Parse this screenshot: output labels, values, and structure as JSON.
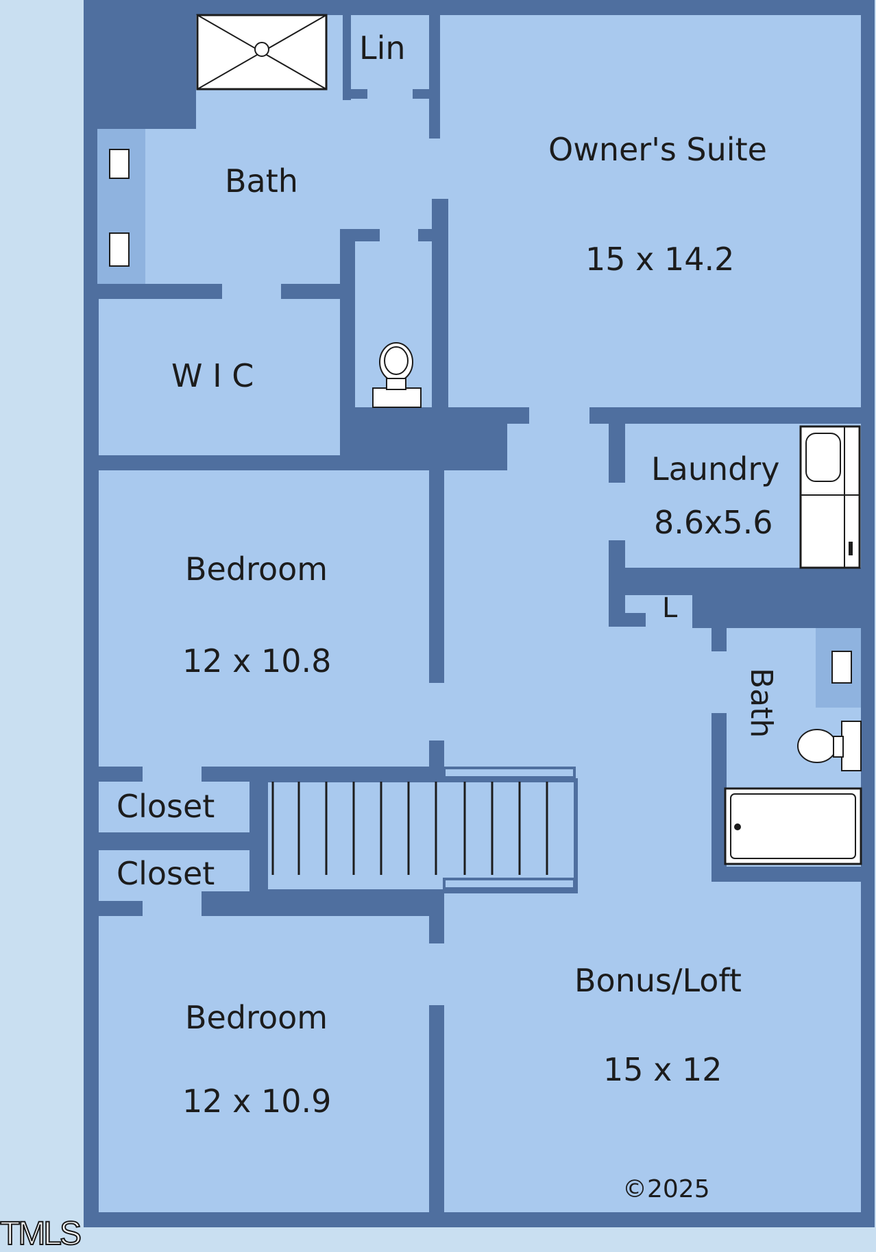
{
  "floorplan": {
    "rooms": {
      "lin": "Lin",
      "bath_owner": "Bath",
      "owners_suite_name": "Owner's Suite",
      "owners_suite_dims": "15 x 14.2",
      "wic": "W I C",
      "laundry_name": "Laundry",
      "laundry_dims": "8.6x5.6",
      "linen_l": "L",
      "bath_hall": "Bath",
      "bedroom1_name": "Bedroom",
      "bedroom1_dims": "12 x 10.8",
      "closet1": "Closet",
      "closet2": "Closet",
      "bonus_name": "Bonus/Loft",
      "bonus_dims": "15 x 12",
      "bedroom2_name": "Bedroom",
      "bedroom2_dims": "12 x 10.9"
    },
    "copyright": "©2025",
    "colors": {
      "background": "#c9dff1",
      "floor": "#a9c9ee",
      "wall": "#4f6f9f",
      "fixture": "#ffffff"
    }
  },
  "watermark": "TMLS"
}
